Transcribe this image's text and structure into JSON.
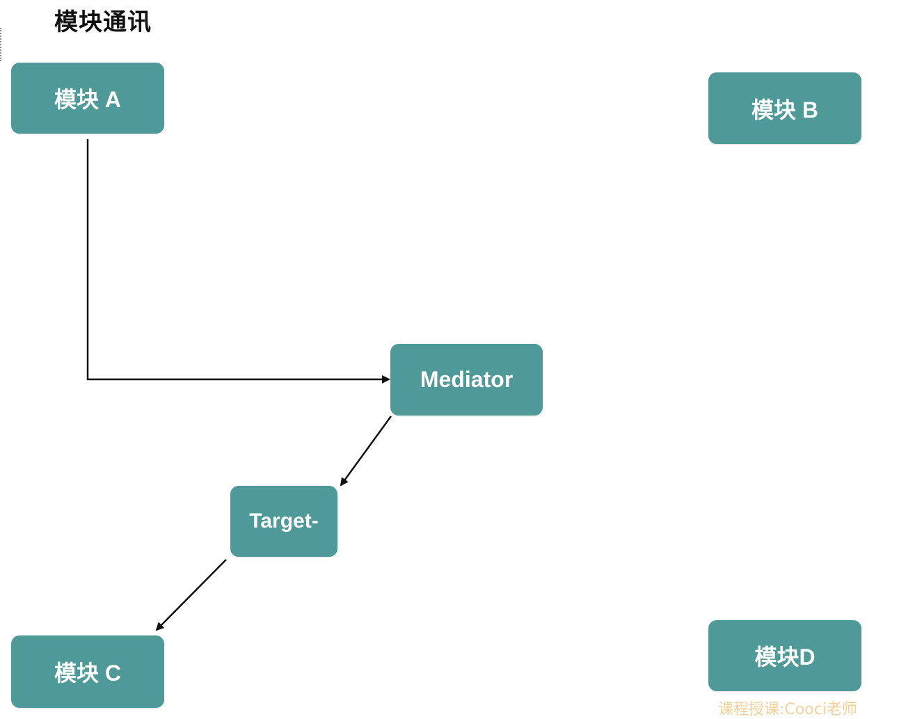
{
  "title": "模块通讯",
  "nodes": {
    "module_a": "模块 A",
    "module_b": "模块 B",
    "mediator": "Mediator",
    "target": "Target-",
    "module_c": "模块 C",
    "module_d": "模块D"
  },
  "watermark": "课程授课:Cooci老师",
  "colors": {
    "node_fill": "#4f9a98",
    "node_text": "#ffffff",
    "connector": "#111111",
    "watermark": "#f2c98a"
  },
  "edges": [
    {
      "from": "模块 A",
      "to": "Mediator"
    },
    {
      "from": "Mediator",
      "to": "Target-"
    },
    {
      "from": "Target-",
      "to": "模块 C"
    }
  ]
}
